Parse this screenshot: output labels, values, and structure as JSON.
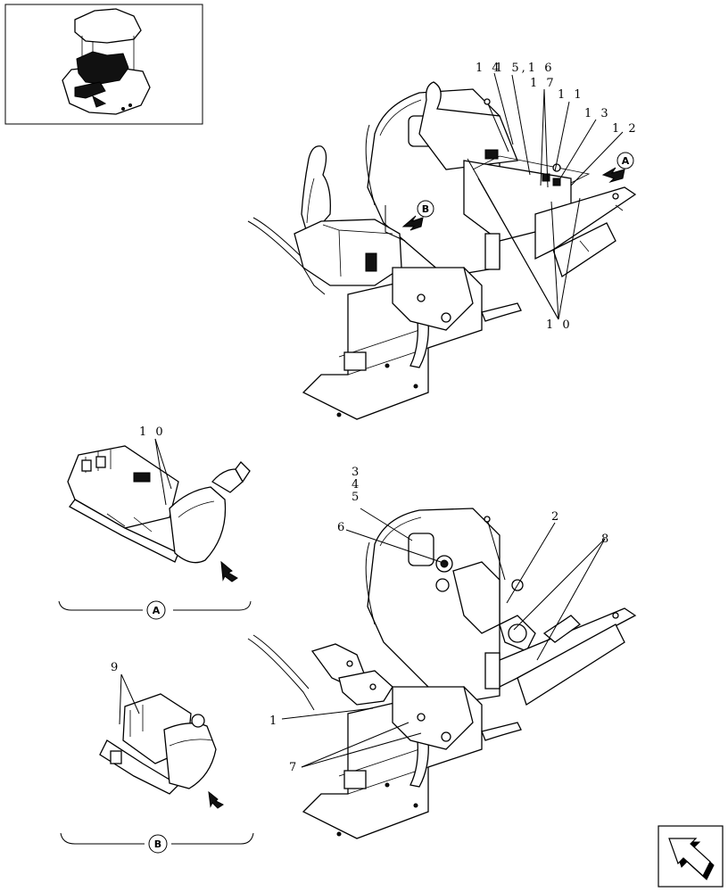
{
  "labels": {
    "l14": "1 4",
    "l15_16": "1 5,1 6",
    "l17": "1 7",
    "l11": "1 1",
    "l13": "1 3",
    "l12": "1 2",
    "l10_top": "1 0",
    "l10_a": "1 0",
    "l3": "3",
    "l4": "4",
    "l5": "5",
    "l6": "6",
    "l2": "2",
    "l8": "8",
    "l9": "9",
    "l1": "1",
    "l7": "7"
  },
  "views": {
    "a": "A",
    "b": "B"
  }
}
